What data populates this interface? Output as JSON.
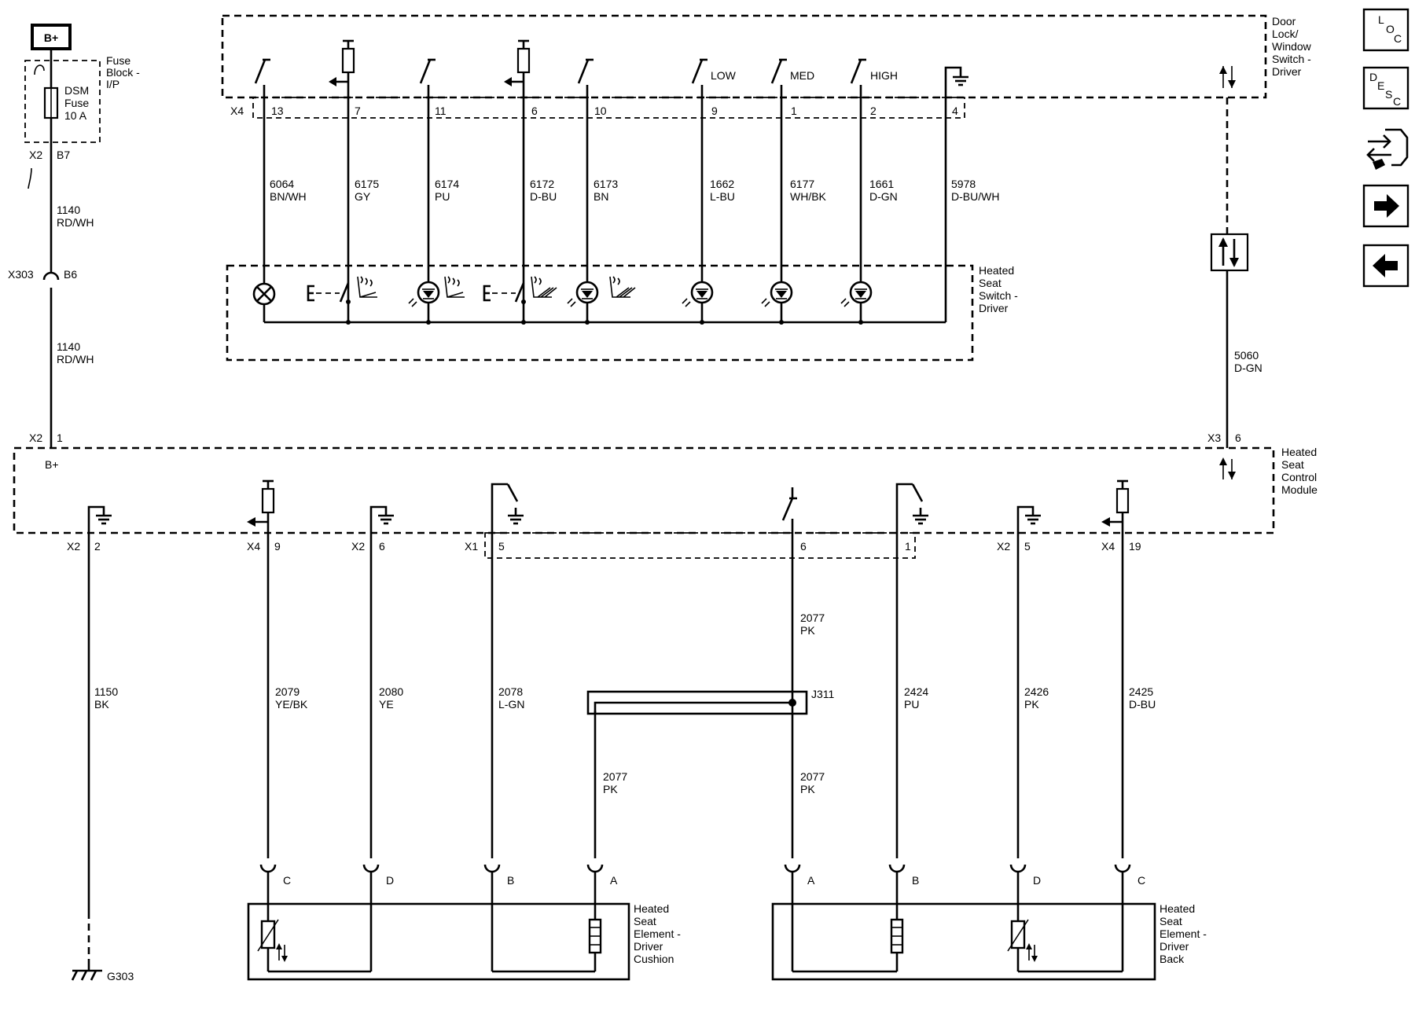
{
  "supply": {
    "label": "B+"
  },
  "fuse_block": {
    "title": [
      "Fuse",
      "Block -",
      "I/P"
    ],
    "fuse": [
      "DSM",
      "Fuse",
      "10 A"
    ],
    "conn": "X2",
    "pin": "B7"
  },
  "inline_conn": {
    "name": "X303",
    "pin": "B6"
  },
  "feed_wire": {
    "num": "1140",
    "color": "RD/WH"
  },
  "door_switch": {
    "title": [
      "Door",
      "Lock/",
      "Window",
      "Switch -",
      "Driver"
    ],
    "conn": "X4",
    "speed_labels": [
      "LOW",
      "MED",
      "HIGH"
    ],
    "pins": [
      "13",
      "7",
      "11",
      "6",
      "10",
      "9",
      "1",
      "2",
      "4"
    ],
    "wires": [
      {
        "num": "6064",
        "color": "BN/WH"
      },
      {
        "num": "6175",
        "color": "GY"
      },
      {
        "num": "6174",
        "color": "PU"
      },
      {
        "num": "6172",
        "color": "D-BU"
      },
      {
        "num": "6173",
        "color": "BN"
      },
      {
        "num": "1662",
        "color": "L-BU"
      },
      {
        "num": "6177",
        "color": "WH/BK"
      },
      {
        "num": "1661",
        "color": "D-GN"
      },
      {
        "num": "5978",
        "color": "D-BU/WH"
      }
    ]
  },
  "heated_switch": {
    "title": [
      "Heated",
      "Seat",
      "Switch -",
      "Driver"
    ]
  },
  "data_wire": {
    "num": "5060",
    "color": "D-GN",
    "conn": "X3",
    "pin": "6"
  },
  "module": {
    "title": [
      "Heated",
      "Seat",
      "Control",
      "Module"
    ],
    "b_plus": "B+",
    "top_conn": "X2",
    "top_pin": "1",
    "bottom_pins": [
      {
        "conn": "X2",
        "pin": "2"
      },
      {
        "conn": "X4",
        "pin": "9"
      },
      {
        "conn": "X2",
        "pin": "6"
      },
      {
        "conn": "X1",
        "pin": "5"
      },
      {
        "conn": "",
        "pin": "6"
      },
      {
        "conn": "",
        "pin": "1"
      },
      {
        "conn": "X2",
        "pin": "5"
      },
      {
        "conn": "X4",
        "pin": "19"
      }
    ]
  },
  "lower_wires": [
    {
      "num": "1150",
      "color": "BK"
    },
    {
      "num": "2079",
      "color": "YE/BK"
    },
    {
      "num": "2080",
      "color": "YE"
    },
    {
      "num": "2078",
      "color": "L-GN"
    },
    {
      "num": "2077",
      "color": "PK"
    },
    {
      "num": "2424",
      "color": "PU"
    },
    {
      "num": "2426",
      "color": "PK"
    },
    {
      "num": "2425",
      "color": "D-BU"
    }
  ],
  "splice": {
    "name": "J311",
    "wire_top": {
      "num": "2077",
      "color": "PK"
    },
    "wire_left": {
      "num": "2077",
      "color": "PK"
    },
    "wire_right": {
      "num": "2077",
      "color": "PK"
    }
  },
  "ground": {
    "name": "G303"
  },
  "cushion": {
    "title": [
      "Heated",
      "Seat",
      "Element -",
      "Driver",
      "Cushion"
    ],
    "pins": [
      "C",
      "D",
      "B",
      "A"
    ]
  },
  "back": {
    "title": [
      "Heated",
      "Seat",
      "Element -",
      "Driver",
      "Back"
    ],
    "pins": [
      "A",
      "B",
      "D",
      "C"
    ]
  },
  "nav": {
    "loc": [
      "L",
      "O",
      "C"
    ],
    "desc": [
      "D",
      "E",
      "S",
      "C"
    ],
    "icons": [
      "connector-icon",
      "next-arrow-icon",
      "back-arrow-icon"
    ]
  }
}
